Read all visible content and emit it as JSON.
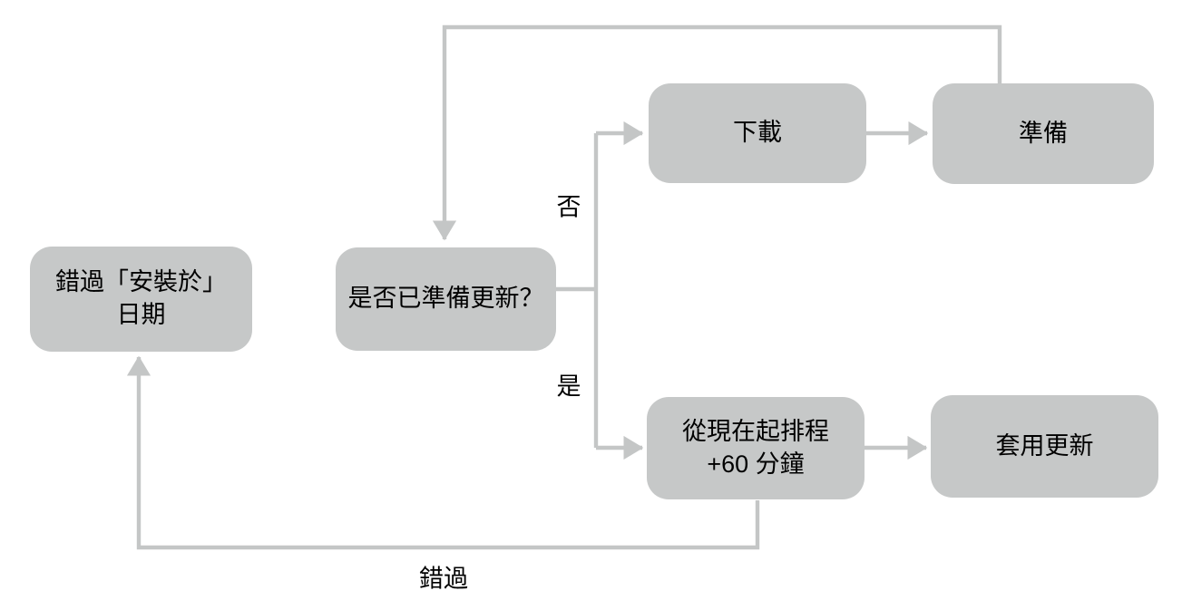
{
  "colors": {
    "background": "#ffffff",
    "node_fill": "#c6c8c8",
    "connector": "#c4c6c6",
    "text": "#000000"
  },
  "nodes": {
    "missed_install_date": {
      "line1": "錯過「安裝於」",
      "line2": "日期"
    },
    "update_ready_question": {
      "label": "是否已準備更新？"
    },
    "download": {
      "label": "下載"
    },
    "prepare": {
      "label": "準備"
    },
    "schedule_plus_60": {
      "line1": "從現在起排程",
      "line2": "+60 分鐘"
    },
    "apply_update": {
      "label": "套用更新"
    }
  },
  "edge_labels": {
    "no": "否",
    "yes": "是",
    "missed": "錯過"
  }
}
